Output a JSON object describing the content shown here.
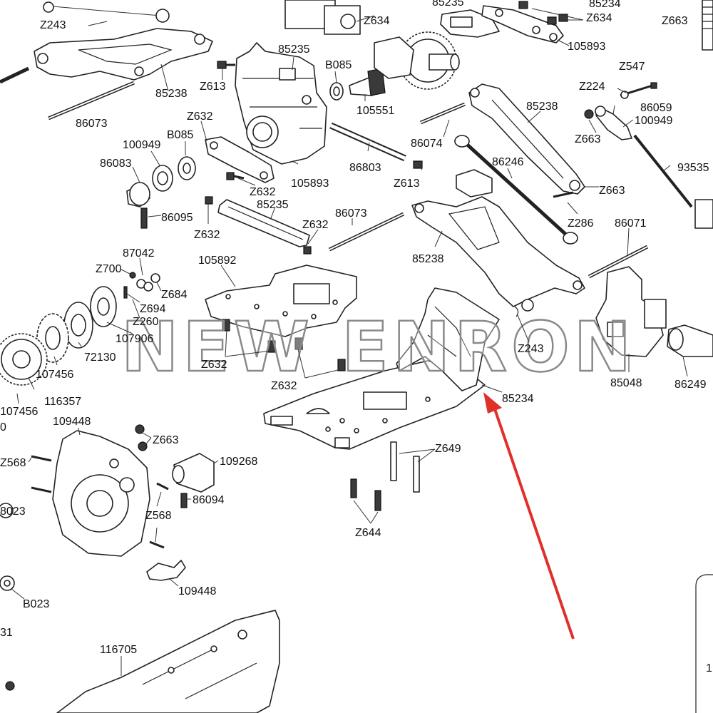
{
  "diagram": {
    "labels": [
      {
        "id": "Z243-top",
        "text": "Z243"
      },
      {
        "id": "85238-top",
        "text": "85238"
      },
      {
        "id": "86073-top",
        "text": "86073"
      },
      {
        "id": "Z634-a",
        "text": "Z634"
      },
      {
        "id": "85235-top",
        "text": "85235"
      },
      {
        "id": "85234-top",
        "text": "85234"
      },
      {
        "id": "Z634-b",
        "text": "Z634"
      },
      {
        "id": "105893-top",
        "text": "105893"
      },
      {
        "id": "Z663-top",
        "text": "Z663"
      },
      {
        "id": "85235-mid",
        "text": "85235"
      },
      {
        "id": "B085-a",
        "text": "B085"
      },
      {
        "id": "Z613-a",
        "text": "Z613"
      },
      {
        "id": "105551",
        "text": "105551"
      },
      {
        "id": "Z547",
        "text": "Z547"
      },
      {
        "id": "Z224",
        "text": "Z224"
      },
      {
        "id": "86059",
        "text": "86059"
      },
      {
        "id": "100949-right",
        "text": "100949"
      },
      {
        "id": "Z663-right",
        "text": "Z663"
      },
      {
        "id": "85238-right",
        "text": "85238"
      },
      {
        "id": "86074",
        "text": "86074"
      },
      {
        "id": "93535",
        "text": "93535"
      },
      {
        "id": "Z632-a",
        "text": "Z632"
      },
      {
        "id": "100949-left",
        "text": "100949"
      },
      {
        "id": "B085-b",
        "text": "B085"
      },
      {
        "id": "86083",
        "text": "86083"
      },
      {
        "id": "105893-mid",
        "text": "105893"
      },
      {
        "id": "86803",
        "text": "86803"
      },
      {
        "id": "Z613-b",
        "text": "Z613"
      },
      {
        "id": "86246",
        "text": "86246"
      },
      {
        "id": "Z632-b",
        "text": "Z632"
      },
      {
        "id": "Z663-mid",
        "text": "Z663"
      },
      {
        "id": "85235-low",
        "text": "85235"
      },
      {
        "id": "86095",
        "text": "86095"
      },
      {
        "id": "Z632-c",
        "text": "Z632"
      },
      {
        "id": "Z632-d",
        "text": "Z632"
      },
      {
        "id": "86073-mid",
        "text": "86073"
      },
      {
        "id": "Z286",
        "text": "Z286"
      },
      {
        "id": "86071",
        "text": "86071"
      },
      {
        "id": "87042",
        "text": "87042"
      },
      {
        "id": "105892",
        "text": "105892"
      },
      {
        "id": "85238-mid",
        "text": "85238"
      },
      {
        "id": "Z700",
        "text": "Z700"
      },
      {
        "id": "Z684",
        "text": "Z684"
      },
      {
        "id": "Z694",
        "text": "Z694"
      },
      {
        "id": "Z260",
        "text": "Z260"
      },
      {
        "id": "107906",
        "text": "107906"
      },
      {
        "id": "Z243-mid",
        "text": "Z243"
      },
      {
        "id": "72130",
        "text": "72130"
      },
      {
        "id": "Z632-e",
        "text": "Z632"
      },
      {
        "id": "107456-a",
        "text": "107456"
      },
      {
        "id": "Z632-f",
        "text": "Z632"
      },
      {
        "id": "85048",
        "text": "85048"
      },
      {
        "id": "86249",
        "text": "86249"
      },
      {
        "id": "116357",
        "text": "116357"
      },
      {
        "id": "85234-main",
        "text": "85234"
      },
      {
        "id": "107456-b",
        "text": "107456"
      },
      {
        "id": "109448-top",
        "text": "109448"
      },
      {
        "id": "Z663-low",
        "text": "Z663"
      },
      {
        "id": "Z649",
        "text": "Z649"
      },
      {
        "id": "Z568-a",
        "text": "Z568"
      },
      {
        "id": "109268",
        "text": "109268"
      },
      {
        "id": "86094",
        "text": "86094"
      },
      {
        "id": "B023-a",
        "text": "8023"
      },
      {
        "id": "Z568-b",
        "text": "Z568"
      },
      {
        "id": "Z644",
        "text": "Z644"
      },
      {
        "id": "109448-low",
        "text": "109448"
      },
      {
        "id": "B023-b",
        "text": "B023"
      },
      {
        "id": "116705",
        "text": "116705"
      },
      {
        "id": "edge-0",
        "text": "0"
      },
      {
        "id": "edge-31",
        "text": "31"
      },
      {
        "id": "edge-1",
        "text": "1"
      }
    ],
    "watermark": "NEW ENRON",
    "highlight": {
      "part": "85234",
      "arrow_color": "#e0302a"
    }
  }
}
